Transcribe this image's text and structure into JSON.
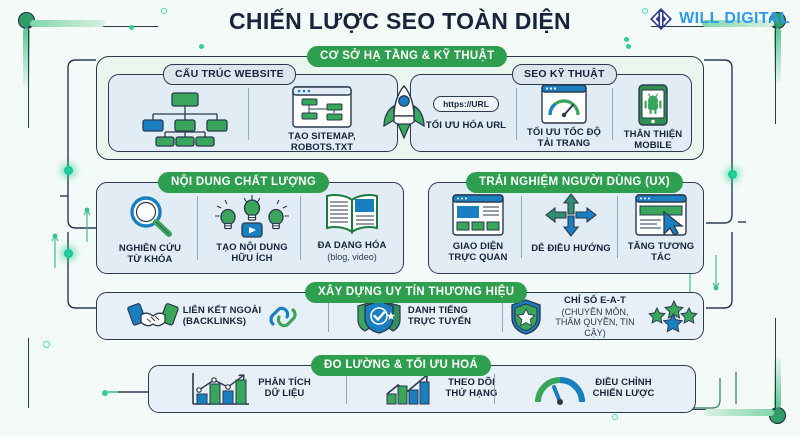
{
  "header": {
    "title": "CHIẾN LƯỢC SEO TOÀN DIỆN",
    "logo_text": "WILL DIGITAL",
    "logo_icon": "diamond-code-logo-icon",
    "title_color": "#17243a",
    "logo_color": "#2d9bf0"
  },
  "theme": {
    "background": "#f4faf8",
    "badge_green": "#2e9e4f",
    "panel_outer": "#eaf7ee",
    "panel_inner": "#e2ecf5",
    "stroke_navy": "#2b3a4f",
    "accent_blue": "#1a7fc1",
    "accent_green": "#34a853",
    "glow_green": "#2ecf8f"
  },
  "sections": [
    {
      "id": "infrastructure",
      "badge": "CƠ SỞ HẠ TẦNG & KỸ THUẬT",
      "groups": [
        {
          "id": "website-structure",
          "badge": "CẤU TRÚC WEBSITE",
          "items": [
            {
              "icon": "sitemap-tree-icon",
              "label": "",
              "sub": ""
            },
            {
              "icon": "browser-sitemap-icon",
              "label": "TẠO SITEMAP, ROBOTS.TXT",
              "sub": ""
            }
          ]
        },
        {
          "id": "technical-seo",
          "badge": "SEO KỸ THUẬT",
          "items": [
            {
              "icon": "url-pill-icon",
              "label": "TỐI ƯU HÓA URL",
              "sub": "",
              "pill_text": "https://URL"
            },
            {
              "icon": "speed-gauge-browser-icon",
              "label": "TỐI ƯU TỐC ĐỘ\nTẢI TRANG",
              "sub": ""
            },
            {
              "icon": "mobile-phone-icon",
              "label": "THÂN THIỆN\nMOBILE",
              "sub": ""
            }
          ]
        }
      ],
      "center_icon": "rocket-icon"
    },
    {
      "id": "quality-content",
      "badge": "NỘI DUNG CHẤT LƯỢNG",
      "items": [
        {
          "icon": "magnifier-icon",
          "label": "NGHIÊN CỨU\nTỪ KHÓA",
          "sub": ""
        },
        {
          "icon": "lightbulbs-video-icon",
          "label": "TẠO NỘI DUNG\nHỮU ÍCH",
          "sub": ""
        },
        {
          "icon": "open-book-icon",
          "label": "ĐA DẠNG HÓA",
          "sub": "(blog, video)"
        }
      ]
    },
    {
      "id": "user-experience",
      "badge": "TRẢI NGHIỆM NGƯỜI DÙNG (UX)",
      "items": [
        {
          "icon": "layout-wireframe-icon",
          "label": "GIAO DIỆN\nTRỰC QUAN",
          "sub": ""
        },
        {
          "icon": "four-way-arrows-icon",
          "label": "DỄ ĐIỀU HƯỚNG",
          "sub": ""
        },
        {
          "icon": "cursor-click-browser-icon",
          "label": "TĂNG TƯƠNG TÁC",
          "sub": ""
        }
      ]
    },
    {
      "id": "brand-authority",
      "badge": "XÂY DỰNG UY TÍN THƯƠNG HIỆU",
      "items": [
        {
          "icon": "handshake-icon",
          "label": "LIÊN KẾT NGOÀI\n(BACKLINKS)",
          "sub": "",
          "trailing_icon": "chain-link-icon"
        },
        {
          "icon": "shield-check-icon",
          "label": "DANH TIẾNG\nTRỰC TUYẾN",
          "sub": ""
        },
        {
          "icon": "shield-star-icon",
          "label": "CHỈ SỐ E-A-T",
          "sub": "(CHUYÊN MÔN,\nTHẨM QUYỀN, TIN CẬY)",
          "trailing_icon": "stars-icon"
        }
      ]
    },
    {
      "id": "measure-optimize",
      "badge": "ĐO LƯỜNG & TỐI ƯU HOÁ",
      "items": [
        {
          "icon": "bar-line-chart-icon",
          "label": "PHÂN TÍCH\nDỮ LIỆU",
          "sub": ""
        },
        {
          "icon": "rising-bars-arrow-icon",
          "label": "THEO DÕI\nTHỨ HẠNG",
          "sub": ""
        },
        {
          "icon": "gauge-dial-icon",
          "label": "ĐIỀU CHỈNH\nCHIẾN LƯỢC",
          "sub": ""
        }
      ]
    }
  ]
}
